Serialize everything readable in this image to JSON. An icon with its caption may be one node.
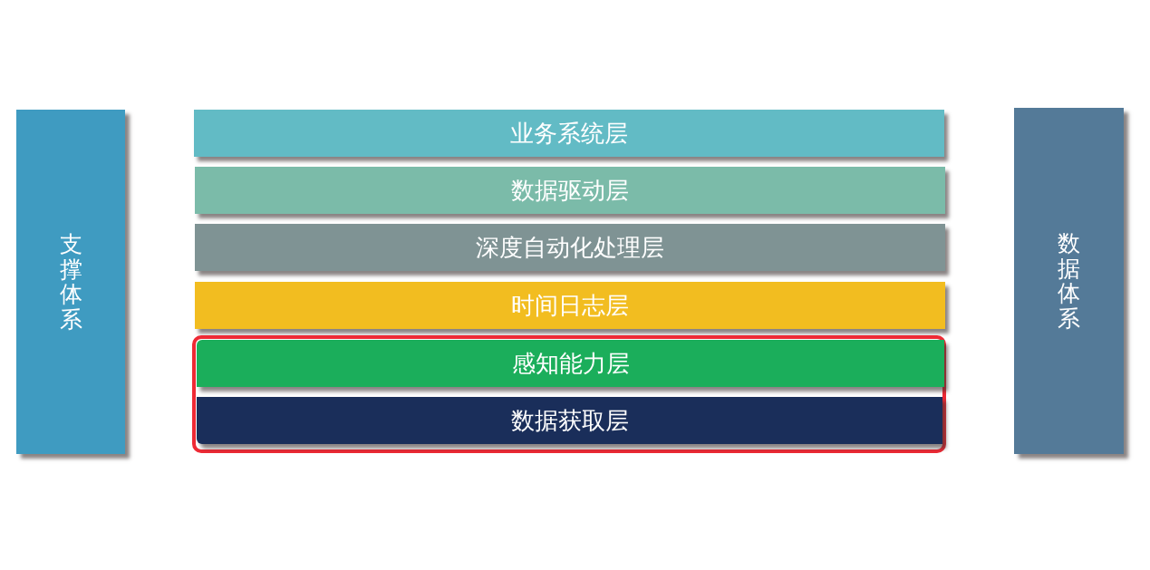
{
  "diagram": {
    "nodes": [
      {
        "text": [
          "支撑体系"
        ]
      },
      {
        "text": [
          "业务系统层"
        ]
      },
      {
        "text": [
          "数据驱动层"
        ]
      },
      {
        "text": [
          "深度自动化处理层"
        ]
      },
      {
        "text": [
          "时间日志层"
        ]
      },
      {
        "text": [],
        "shape": "box"
      },
      {
        "text": [
          "感知能力层"
        ],
        "in": 5
      },
      {
        "text": [
          "数据获取层"
        ],
        "in": 5
      },
      {
        "text": [
          "数据体系"
        ]
      }
    ]
  }
}
